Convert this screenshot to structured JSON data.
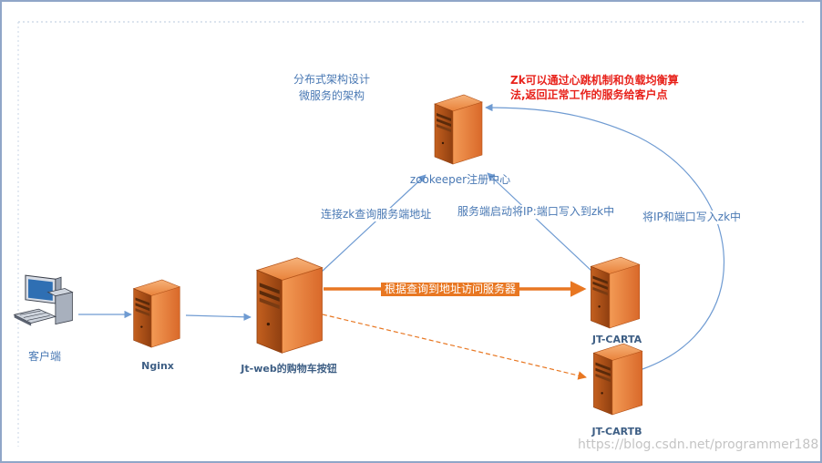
{
  "diagram": {
    "header": {
      "line1": "分布式架构设计",
      "line2": "微服务的架构"
    },
    "note": {
      "line1": "Zk可以通过心跳机制和负载均衡算",
      "line2": "法,返回正常工作的服务给客户点"
    },
    "nodes": {
      "client": "客户端",
      "nginx": "Nginx",
      "jtweb": "Jt-web的购物车按钮",
      "zookeeper": "zookeeper注册中心",
      "carta": "JT-CARTA",
      "cartb": "JT-CARTB"
    },
    "edges": {
      "web_to_zk": "连接zk查询服务端地址",
      "carta_to_zk": "服务端启动将IP:端口写入到zk中",
      "cartb_to_zk": "将IP和端口写入zk中",
      "web_to_carta": "根据查询到地址访问服务器"
    },
    "watermark": "https://blog.csdn.net/programmer188"
  },
  "colors": {
    "frame_border": "#90a6c8",
    "line_blue": "#6f9bd2",
    "line_orange": "#e87722",
    "server_body": "#e9823a",
    "server_dark": "#b5551b",
    "text_blue": "#4a79b4",
    "text_red": "#e8221b"
  }
}
